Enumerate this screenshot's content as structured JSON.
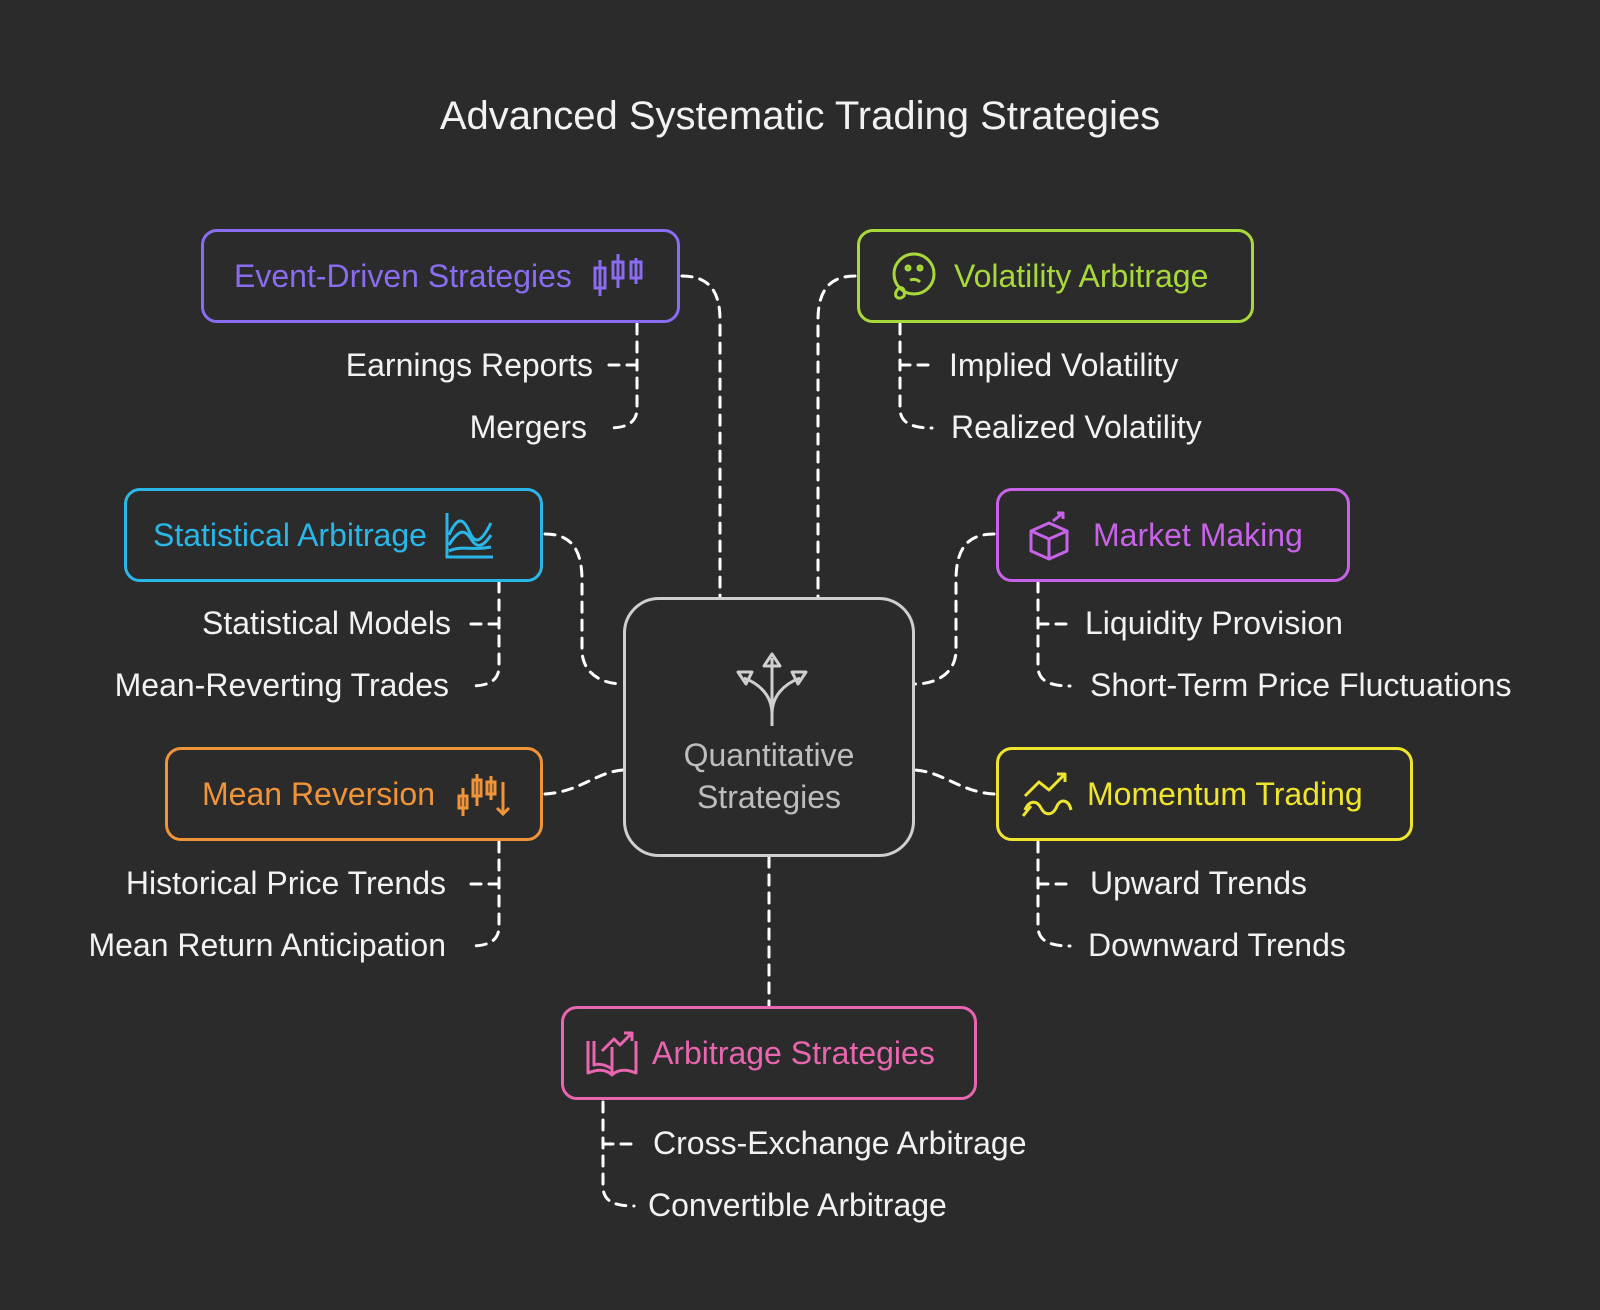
{
  "title": "Advanced Systematic Trading Strategies",
  "center": {
    "label": "Quantitative\nStrategies",
    "icon": "branching-arrows-icon",
    "color": "#cfcfcf"
  },
  "nodes": {
    "event_driven": {
      "label": "Event-Driven Strategies",
      "icon": "candlestick-icon",
      "color": "#8b6cf0",
      "items": [
        "Earnings Reports",
        "Mergers"
      ]
    },
    "volatility": {
      "label": "Volatility Arbitrage",
      "icon": "thinking-face-icon",
      "color": "#a8d93a",
      "items": [
        "Implied Volatility",
        "Realized Volatility"
      ]
    },
    "statistical": {
      "label": "Statistical Arbitrage",
      "icon": "area-chart-icon",
      "color": "#2bb6e8",
      "items": [
        "Statistical Models",
        "Mean-Reverting Trades"
      ]
    },
    "market_making": {
      "label": "Market Making",
      "icon": "box-growth-icon",
      "color": "#c763e8",
      "items": [
        "Liquidity Provision",
        "Short-Term Price Fluctuations"
      ]
    },
    "mean_reversion": {
      "label": "Mean Reversion",
      "icon": "candlestick-down-icon",
      "color": "#f0943a",
      "items": [
        "Historical Price Trends",
        "Mean Return Anticipation"
      ]
    },
    "momentum": {
      "label": "Momentum Trading",
      "icon": "momentum-chart-icon",
      "color": "#f0e52e",
      "items": [
        "Upward Trends",
        "Downward Trends"
      ]
    },
    "arbitrage": {
      "label": "Arbitrage Strategies",
      "icon": "book-growth-icon",
      "color": "#e865b0",
      "items": [
        "Cross-Exchange Arbitrage",
        "Convertible Arbitrage"
      ]
    }
  }
}
